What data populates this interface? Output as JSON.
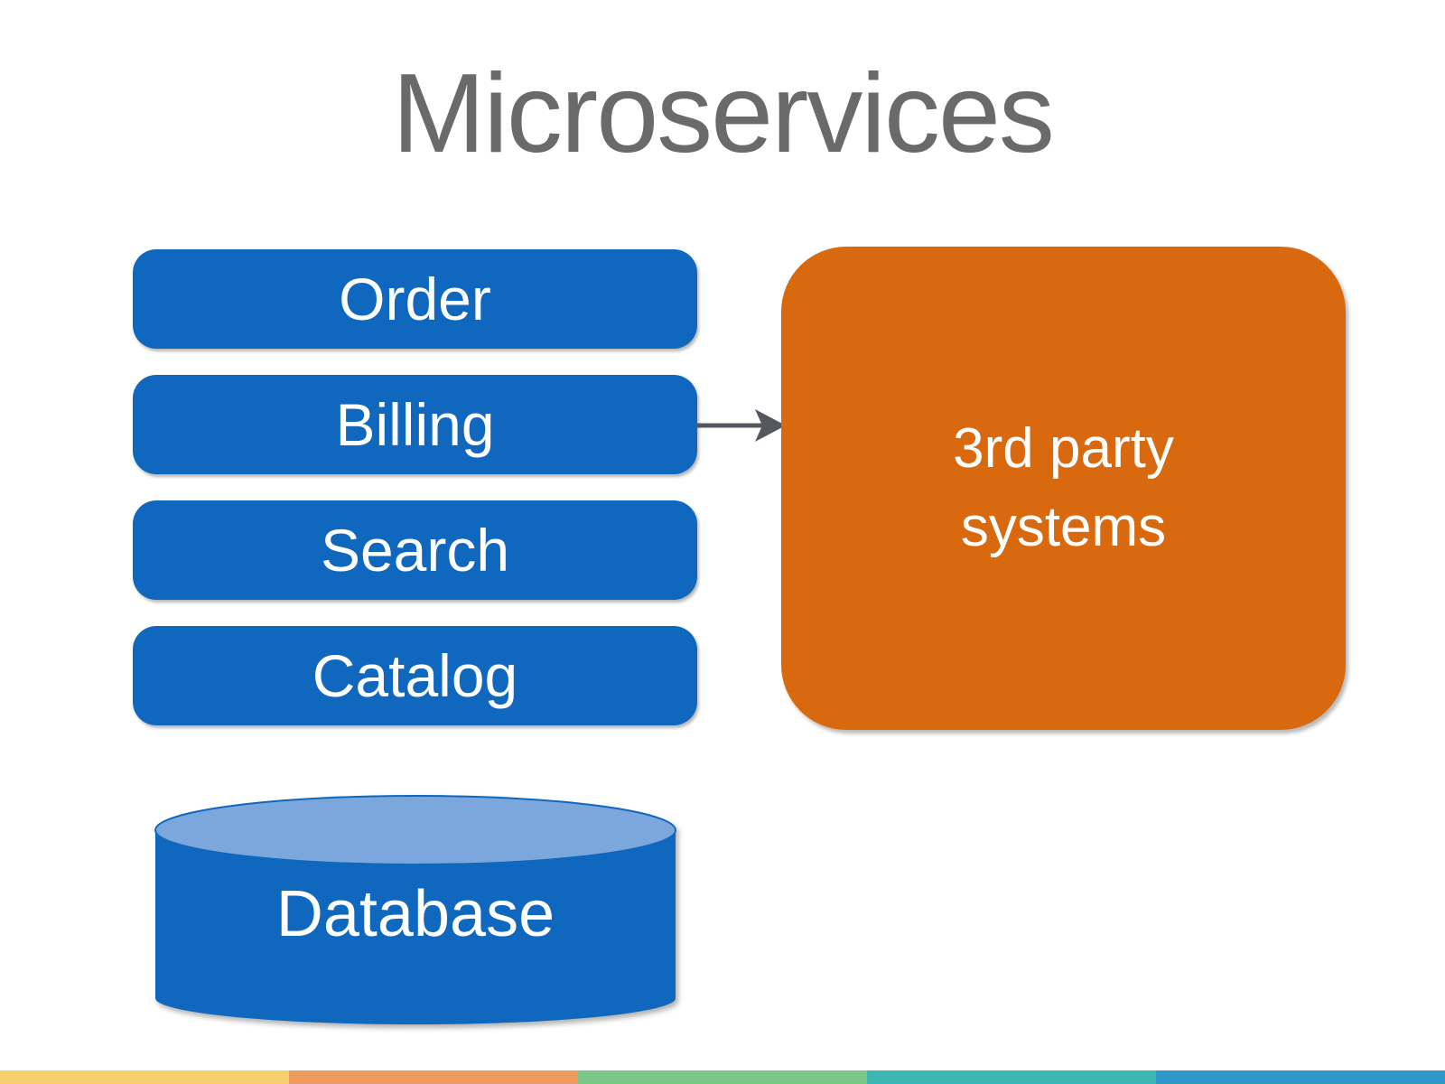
{
  "title": "Microservices",
  "services": [
    {
      "label": "Order"
    },
    {
      "label": "Billing"
    },
    {
      "label": "Search"
    },
    {
      "label": "Catalog"
    }
  ],
  "third_party": {
    "label": "3rd party systems"
  },
  "database": {
    "label": "Database"
  },
  "colors": {
    "title_text": "#6A6A6A",
    "service_fill": "#0F67BE",
    "service_text": "#FFFFFF",
    "third_party_fill": "#D8690E",
    "third_party_text": "#FFFFFF",
    "arrow": "#54575E",
    "cylinder_body": "#0F67BE",
    "cylinder_top": "#7BA7DC",
    "database_text": "#FFFFFF"
  },
  "footer_stripe_colors": [
    "#F6D06E",
    "#F09B5E",
    "#79C687",
    "#3CB8B3",
    "#2F96C8"
  ]
}
